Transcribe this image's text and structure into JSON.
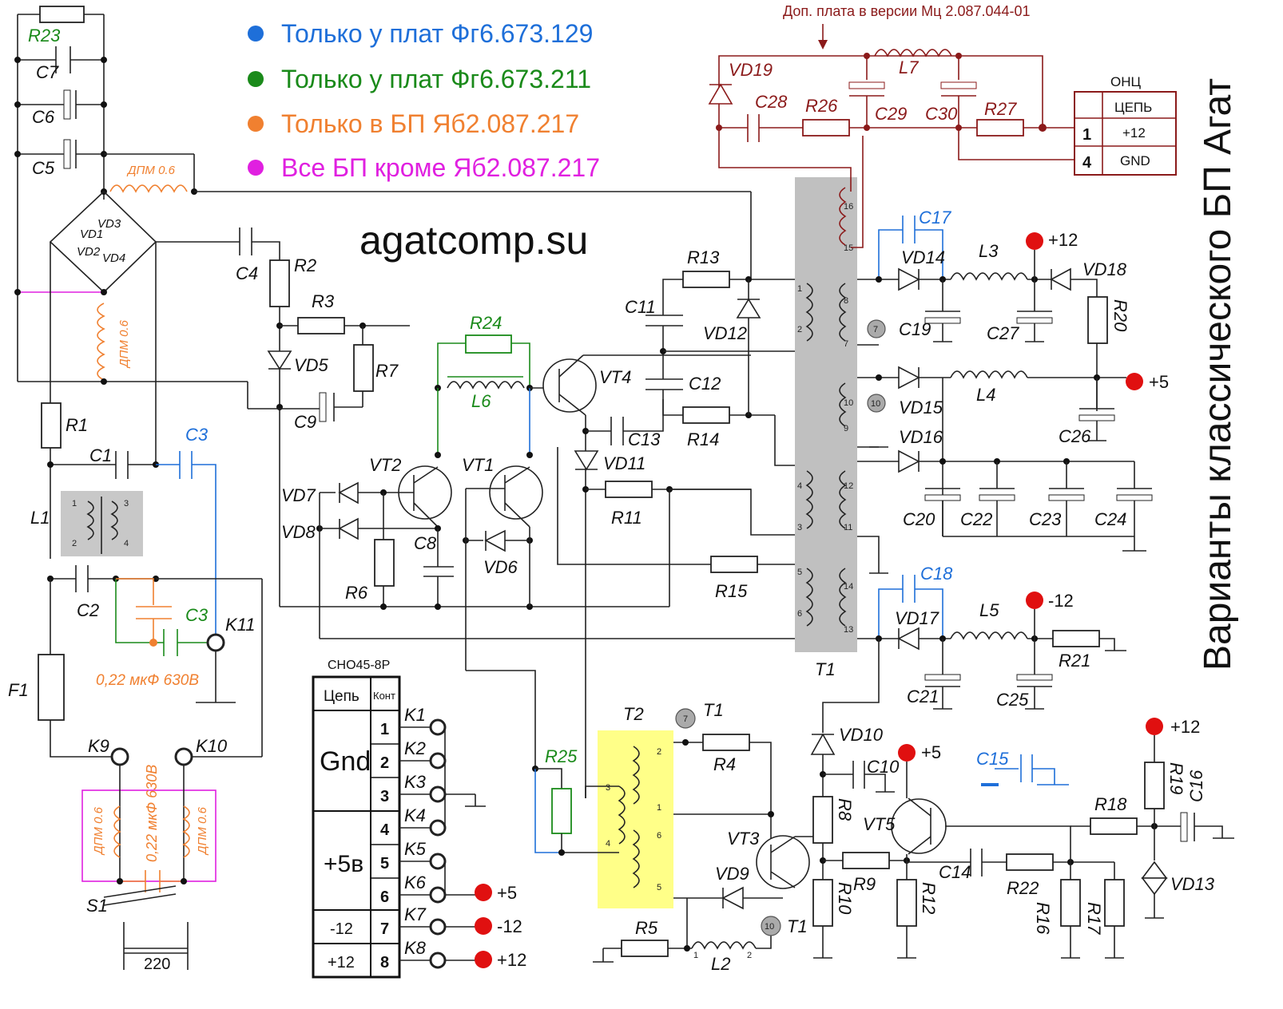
{
  "site": "agatcomp.su",
  "vertical_title": "Варианты классического БП Агат",
  "legend": [
    {
      "text": "Только у плат Фг6.673.129",
      "color": "#1e6fd9"
    },
    {
      "text": "Только у плат Фг6.673.211",
      "color": "#1a8a1a"
    },
    {
      "text": "Только в БП Яб2.087.217",
      "color": "#f08030"
    },
    {
      "text": "Все БП кроме Яб2.087.217",
      "color": "#e020e0"
    }
  ],
  "addon_note": "Доп. плата в версии Мц 2.087.044-01",
  "onc": {
    "title": "ОНЦ",
    "header": "ЦЕПЬ",
    "rows": [
      {
        "num": "1",
        "net": "+12"
      },
      {
        "num": "4",
        "net": "GND"
      }
    ]
  },
  "connector": {
    "title": "СНО45-8Р",
    "col_net": "Цепь",
    "col_pin": "Конт",
    "groups": [
      {
        "net": "Gnd",
        "pins": [
          "1",
          "2",
          "3"
        ]
      },
      {
        "net": "+5в",
        "pins": [
          "4",
          "5",
          "6"
        ]
      },
      {
        "net": "-12",
        "pins": [
          "7"
        ]
      },
      {
        "net": "+12",
        "pins": [
          "8"
        ]
      }
    ],
    "contacts": [
      "K1",
      "K2",
      "K3",
      "K4",
      "K5",
      "K6",
      "K7",
      "K8"
    ]
  },
  "labels": {
    "R23": "R23",
    "C7": "C7",
    "C6": "C6",
    "C5": "C5",
    "dpm": "ДПМ 0.6",
    "VD1": "VD1",
    "VD2": "VD2",
    "VD3": "VD3",
    "VD4": "VD4",
    "C4": "C4",
    "R2": "R2",
    "R3": "R3",
    "R7": "R7",
    "VD5": "VD5",
    "C9": "C9",
    "R1": "R1",
    "C1": "C1",
    "C3": "C3",
    "L1": "L1",
    "C2": "C2",
    "F1": "F1",
    "K11": "K11",
    "K9": "K9",
    "K10": "K10",
    "S1": "S1",
    "v220": "220",
    "cap_note": "0,22 мкФ 630В",
    "R24": "R24",
    "L6": "L6",
    "VT4": "VT4",
    "VT2": "VT2",
    "VT1": "VT1",
    "VD7": "VD7",
    "VD8": "VD8",
    "R6": "R6",
    "C8": "C8",
    "VD6": "VD6",
    "C13": "C13",
    "VD11": "VD11",
    "R11": "R11",
    "R13": "R13",
    "C11": "C11",
    "VD12": "VD12",
    "C12": "C12",
    "R14": "R14",
    "R15": "R15",
    "T1": "T1",
    "VD19": "VD19",
    "C28": "C28",
    "R26": "R26",
    "L7": "L7",
    "C29": "C29",
    "C30": "C30",
    "R27": "R27",
    "C17": "C17",
    "VD14": "VD14",
    "L3": "L3",
    "VD18": "VD18",
    "R20": "R20",
    "C19": "C19",
    "C27": "C27",
    "VD15": "VD15",
    "L4": "L4",
    "C26": "C26",
    "VD16": "VD16",
    "C20": "C20",
    "C22": "C22",
    "C23": "C23",
    "C24": "C24",
    "C18": "C18",
    "VD17": "VD17",
    "L5": "L5",
    "R21": "R21",
    "C21": "C21",
    "C25": "C25",
    "T2": "T2",
    "R25": "R25",
    "R4": "R4",
    "VT3": "VT3",
    "VD9": "VD9",
    "R5": "R5",
    "L2": "L2",
    "VD10": "VD10",
    "C10": "C10",
    "R8": "R8",
    "R9": "R9",
    "R10": "R10",
    "VT5": "VT5",
    "R12": "R12",
    "C14": "C14",
    "R22": "R22",
    "R16": "R16",
    "R17": "R17",
    "R18": "R18",
    "R19": "R19",
    "C16": "C16",
    "VD13": "VD13",
    "C15": "C15",
    "p12": "+12",
    "p5": "+5",
    "m12": "-12",
    "tp7": "7",
    "tp10": "10",
    "tpT1": "T1"
  }
}
